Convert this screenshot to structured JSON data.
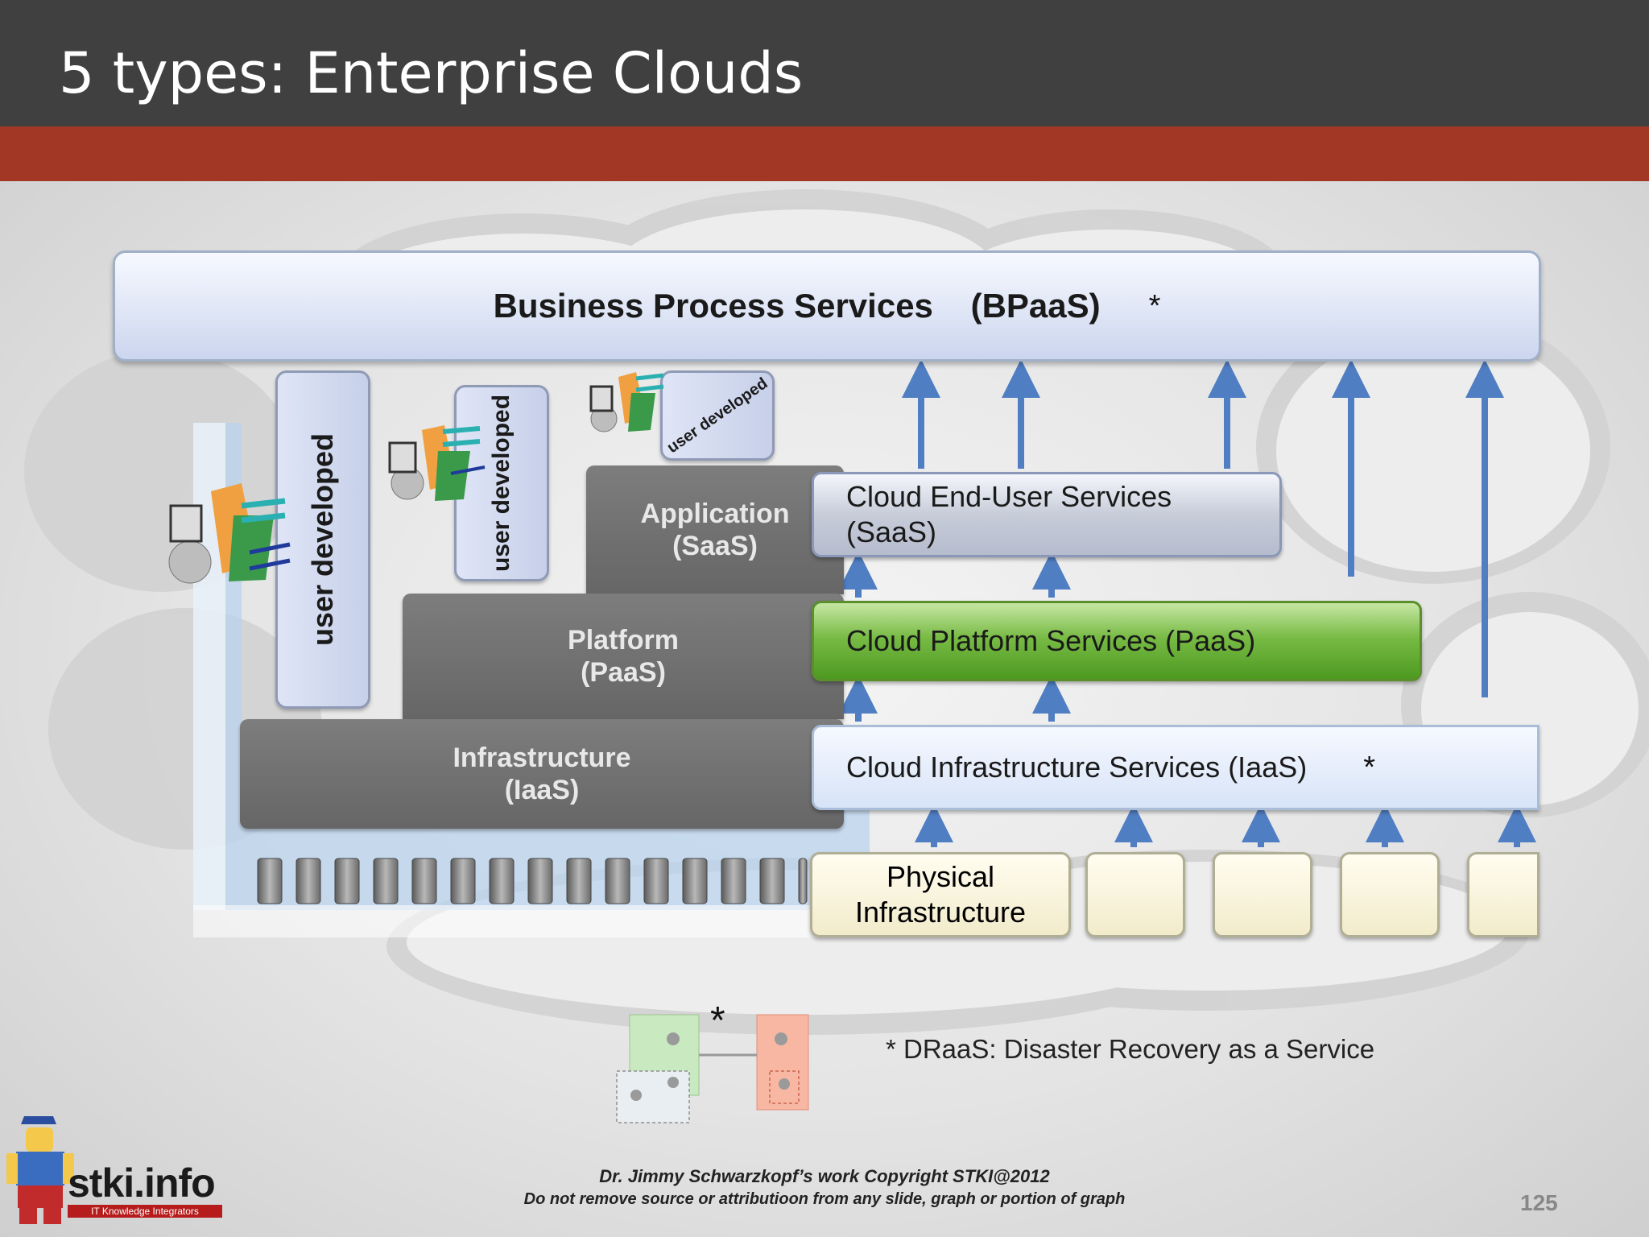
{
  "slide": {
    "title": "5 types: Enterprise Clouds",
    "page_number": "125"
  },
  "diagram": {
    "bpaas": {
      "label": "Business Process Services    (BPaaS)",
      "star": "*"
    },
    "user_developed": [
      "user developed",
      "user developed",
      "user developed"
    ],
    "stack": {
      "application": [
        "Application",
        "(SaaS)"
      ],
      "platform": [
        "Platform",
        "(PaaS)"
      ],
      "infrastructure": [
        "Infrastructure",
        "(IaaS)"
      ]
    },
    "cloud_services": {
      "saas": [
        "Cloud End-User Services",
        "(SaaS)"
      ],
      "paas": "Cloud Platform Services (PaaS)",
      "iaas": "Cloud Infrastructure Services (IaaS)",
      "iaas_star": "*"
    },
    "physical": [
      "Physical",
      "Infrastructure"
    ],
    "draas_star": "*",
    "draas_note": "* DRaaS: Disaster Recovery as a Service"
  },
  "branding": {
    "logo_text": "stki.info",
    "logo_tagline": "IT Knowledge Integrators"
  },
  "footer": {
    "line1": "Dr. Jimmy Schwarzkopf’s work  Copyright STKI@2012",
    "line2": "Do not remove source or attributioon from any slide, graph or portion of graph"
  },
  "colors": {
    "header": "#404040",
    "accent_bar": "#a33726",
    "paas_green": "#4d9a21",
    "arrow_blue": "#4f7ec2",
    "physical_cream": "#f2ebcb"
  }
}
